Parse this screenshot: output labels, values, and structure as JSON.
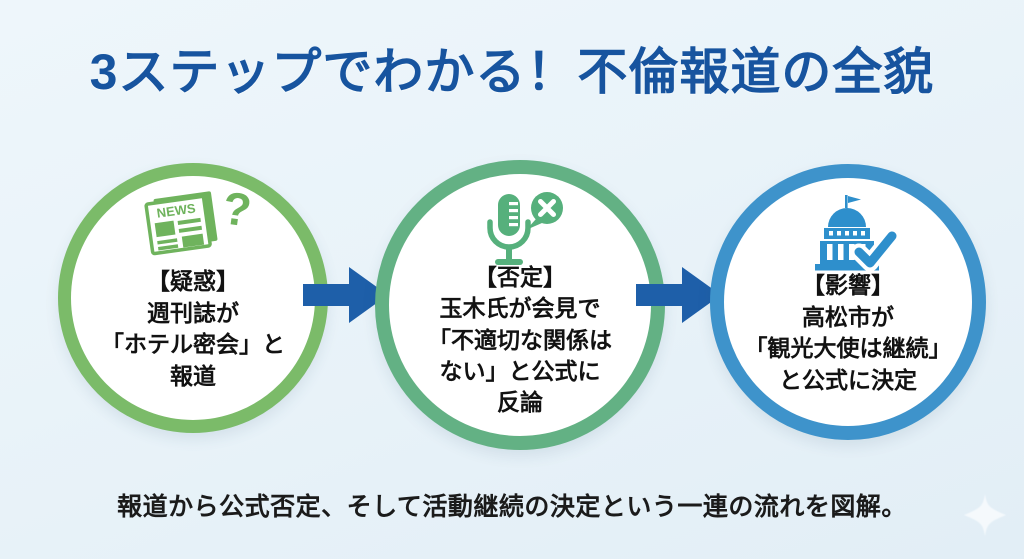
{
  "title": "3ステップでわかる！不倫報道の全貌",
  "steps": [
    {
      "icon": "newspaper-question-icon",
      "news_label": "NEWS",
      "question_mark": "?",
      "text": "【疑惑】\n週刊誌が\n「ホテル密会」と\n報道",
      "ring_color": "#7bbb69",
      "icon_color": "#6fb35d"
    },
    {
      "icon": "microphone-denial-icon",
      "text": "【否定】\n玉木氏が会見で\n「不適切な関係は\nない」と公式に\n反論",
      "ring_color": "#63b184",
      "icon_color": "#56b07c"
    },
    {
      "icon": "government-check-icon",
      "text": "【影響】\n高松市が\n「観光大使は継続」\nと公式に決定",
      "ring_color": "#3e93cb",
      "icon_color": "#2e8fcc"
    }
  ],
  "caption": "報道から公式否定、そして活動継続の決定という一連の流れを図解。",
  "colors": {
    "background": "#e9f3f9",
    "title": "#17549f",
    "arrow": "#1e5fa9",
    "body_text": "#121212"
  }
}
